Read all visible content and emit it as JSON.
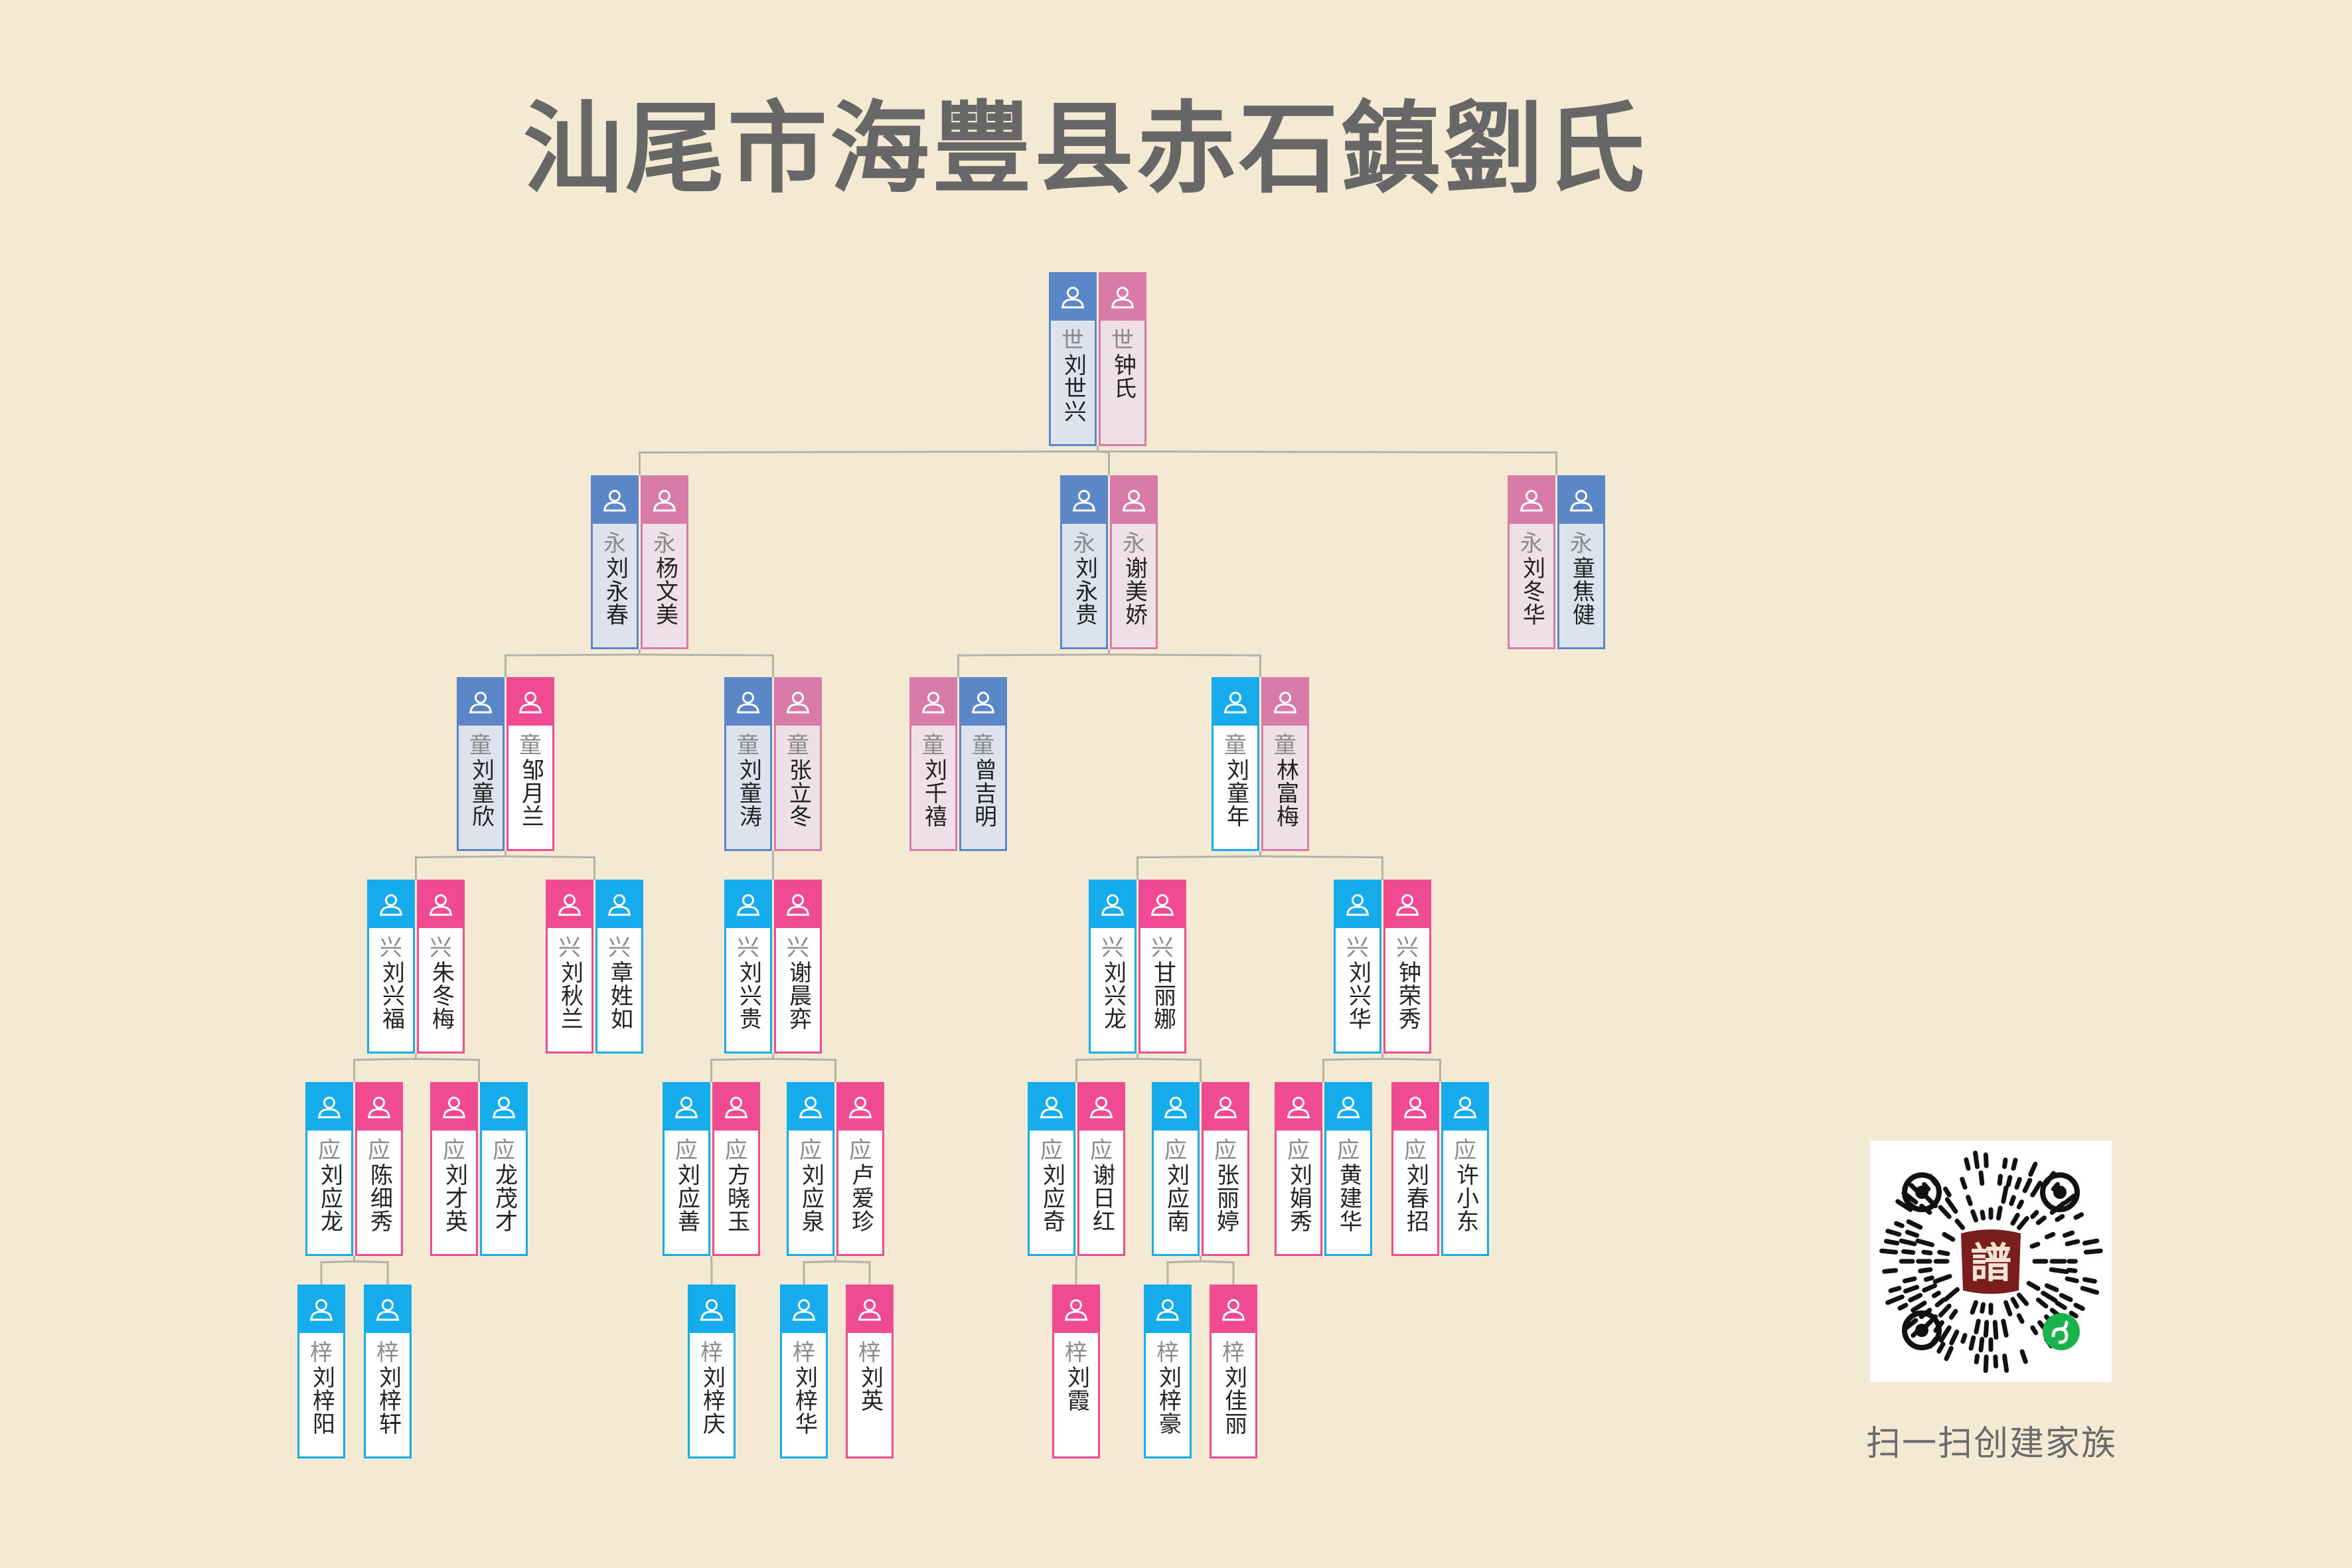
{
  "title": "汕尾市海豐县赤石鎮劉氏",
  "qr_caption": "扫一扫创建家族",
  "qr_seal_char": "譜",
  "colors": {
    "background": "#f4ead4",
    "male_old": "#5b86c8",
    "female_old": "#d97ba8",
    "male_new": "#16abeb",
    "female_new": "#ef4a92",
    "line": "#b4b1a8",
    "seal": "#7a1d1d",
    "mini_program": "#19b24b"
  },
  "icons": {
    "member": "person-icon"
  },
  "tree": {
    "generations": [
      "世",
      "永",
      "童",
      "兴",
      "应",
      "梓"
    ],
    "couples": [
      {
        "id": "c1",
        "parent": null,
        "members": [
          {
            "gen": "世",
            "name": "刘世兴",
            "sex": "m"
          },
          {
            "gen": "世",
            "name": "钟氏",
            "sex": "f"
          }
        ]
      },
      {
        "id": "c2",
        "parent": "c1",
        "members": [
          {
            "gen": "永",
            "name": "刘永春",
            "sex": "m"
          },
          {
            "gen": "永",
            "name": "杨文美",
            "sex": "f"
          }
        ]
      },
      {
        "id": "c3",
        "parent": "c1",
        "members": [
          {
            "gen": "永",
            "name": "刘永贵",
            "sex": "m"
          },
          {
            "gen": "永",
            "name": "谢美娇",
            "sex": "f"
          }
        ]
      },
      {
        "id": "c4",
        "parent": "c1",
        "members": [
          {
            "gen": "永",
            "name": "刘冬华",
            "sex": "f"
          },
          {
            "gen": "永",
            "name": "童焦健",
            "sex": "m"
          }
        ]
      },
      {
        "id": "c5",
        "parent": "c2",
        "members": [
          {
            "gen": "童",
            "name": "刘童欣",
            "sex": "m"
          },
          {
            "gen": "童",
            "name": "邹月兰",
            "sex": "f"
          }
        ]
      },
      {
        "id": "c6",
        "parent": "c2",
        "members": [
          {
            "gen": "童",
            "name": "刘童涛",
            "sex": "m"
          },
          {
            "gen": "童",
            "name": "张立冬",
            "sex": "f"
          }
        ]
      },
      {
        "id": "c7",
        "parent": "c3",
        "members": [
          {
            "gen": "童",
            "name": "刘千禧",
            "sex": "f"
          },
          {
            "gen": "童",
            "name": "曾吉明",
            "sex": "m"
          }
        ]
      },
      {
        "id": "c8",
        "parent": "c3",
        "members": [
          {
            "gen": "童",
            "name": "刘童年",
            "sex": "m"
          },
          {
            "gen": "童",
            "name": "林富梅",
            "sex": "f"
          }
        ]
      },
      {
        "id": "c9",
        "parent": "c5",
        "members": [
          {
            "gen": "兴",
            "name": "刘兴福",
            "sex": "m"
          },
          {
            "gen": "兴",
            "name": "朱冬梅",
            "sex": "f"
          }
        ]
      },
      {
        "id": "c10",
        "parent": "c5",
        "members": [
          {
            "gen": "兴",
            "name": "刘秋兰",
            "sex": "f"
          },
          {
            "gen": "兴",
            "name": "章姓如",
            "sex": "m"
          }
        ]
      },
      {
        "id": "c11",
        "parent": "c6",
        "members": [
          {
            "gen": "兴",
            "name": "刘兴贵",
            "sex": "m"
          },
          {
            "gen": "兴",
            "name": "谢晨弈",
            "sex": "f"
          }
        ]
      },
      {
        "id": "c12",
        "parent": "c8",
        "members": [
          {
            "gen": "兴",
            "name": "刘兴龙",
            "sex": "m"
          },
          {
            "gen": "兴",
            "name": "甘丽娜",
            "sex": "f"
          }
        ]
      },
      {
        "id": "c13",
        "parent": "c8",
        "members": [
          {
            "gen": "兴",
            "name": "刘兴华",
            "sex": "m"
          },
          {
            "gen": "兴",
            "name": "钟荣秀",
            "sex": "f"
          }
        ]
      },
      {
        "id": "c14",
        "parent": "c9",
        "members": [
          {
            "gen": "应",
            "name": "刘应龙",
            "sex": "m"
          },
          {
            "gen": "应",
            "name": "陈细秀",
            "sex": "f"
          }
        ]
      },
      {
        "id": "c15",
        "parent": "c9",
        "members": [
          {
            "gen": "应",
            "name": "刘才英",
            "sex": "f"
          },
          {
            "gen": "应",
            "name": "龙茂才",
            "sex": "m"
          }
        ]
      },
      {
        "id": "c16",
        "parent": "c11",
        "members": [
          {
            "gen": "应",
            "name": "刘应善",
            "sex": "m"
          },
          {
            "gen": "应",
            "name": "方晓玉",
            "sex": "f"
          }
        ]
      },
      {
        "id": "c17",
        "parent": "c11",
        "members": [
          {
            "gen": "应",
            "name": "刘应泉",
            "sex": "m"
          },
          {
            "gen": "应",
            "name": "卢爱珍",
            "sex": "f"
          }
        ]
      },
      {
        "id": "c18",
        "parent": "c12",
        "members": [
          {
            "gen": "应",
            "name": "刘应奇",
            "sex": "m"
          },
          {
            "gen": "应",
            "name": "谢日红",
            "sex": "f"
          }
        ]
      },
      {
        "id": "c19",
        "parent": "c12",
        "members": [
          {
            "gen": "应",
            "name": "刘应南",
            "sex": "m"
          },
          {
            "gen": "应",
            "name": "张丽婷",
            "sex": "f"
          }
        ]
      },
      {
        "id": "c20",
        "parent": "c13",
        "members": [
          {
            "gen": "应",
            "name": "刘娟秀",
            "sex": "f"
          },
          {
            "gen": "应",
            "name": "黄建华",
            "sex": "m"
          }
        ]
      },
      {
        "id": "c21",
        "parent": "c13",
        "members": [
          {
            "gen": "应",
            "name": "刘春招",
            "sex": "f"
          },
          {
            "gen": "应",
            "name": "许小东",
            "sex": "m"
          }
        ]
      },
      {
        "id": "c22",
        "parent": "c14",
        "members": [
          {
            "gen": "梓",
            "name": "刘梓阳",
            "sex": "m"
          }
        ]
      },
      {
        "id": "c23",
        "parent": "c14",
        "members": [
          {
            "gen": "梓",
            "name": "刘梓轩",
            "sex": "m"
          }
        ]
      },
      {
        "id": "c24",
        "parent": "c16",
        "members": [
          {
            "gen": "梓",
            "name": "刘梓庆",
            "sex": "m"
          }
        ]
      },
      {
        "id": "c25",
        "parent": "c17",
        "members": [
          {
            "gen": "梓",
            "name": "刘梓华",
            "sex": "m"
          }
        ]
      },
      {
        "id": "c26",
        "parent": "c17",
        "members": [
          {
            "gen": "梓",
            "name": "刘英",
            "sex": "f"
          }
        ]
      },
      {
        "id": "c27",
        "parent": "c18",
        "members": [
          {
            "gen": "梓",
            "name": "刘霞",
            "sex": "f"
          }
        ]
      },
      {
        "id": "c28",
        "parent": "c19",
        "members": [
          {
            "gen": "梓",
            "name": "刘梓豪",
            "sex": "m"
          }
        ]
      },
      {
        "id": "c29",
        "parent": "c19",
        "members": [
          {
            "gen": "梓",
            "name": "刘佳丽",
            "sex": "f"
          }
        ]
      }
    ]
  }
}
